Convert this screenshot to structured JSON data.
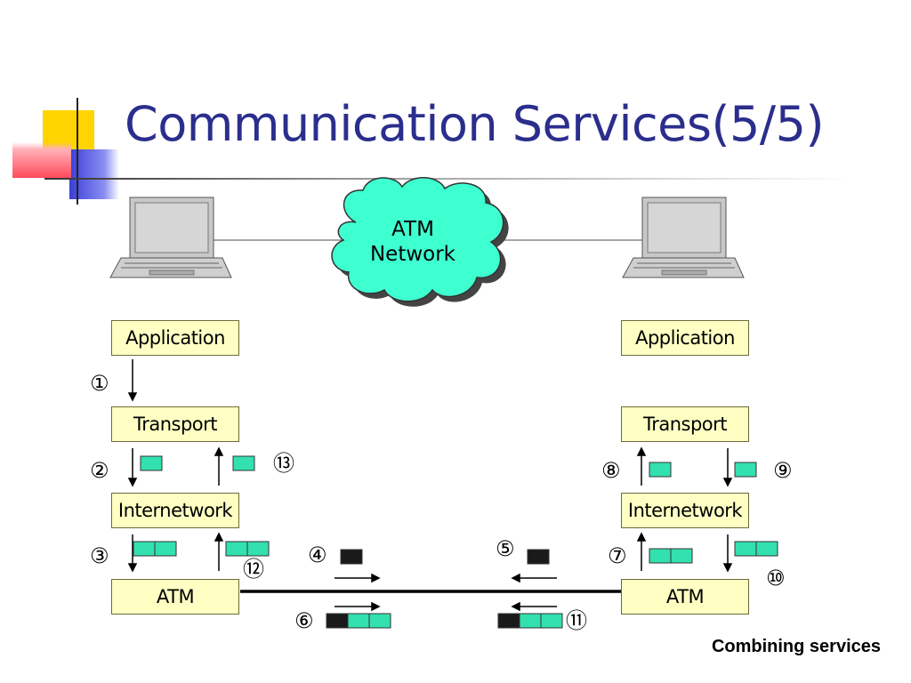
{
  "slide": {
    "title": "Communication Services(5/5)",
    "caption": "Combining services"
  },
  "network": {
    "line1": "ATM",
    "line2": "Network"
  },
  "left_stack": [
    "Application",
    "Transport",
    "Internetwork",
    "ATM"
  ],
  "right_stack": [
    "Application",
    "Transport",
    "Internetwork",
    "ATM"
  ],
  "steps": [
    "①",
    "②",
    "③",
    "④",
    "⑤",
    "⑥",
    "⑦",
    "⑧",
    "⑨",
    "⑩",
    "⑪",
    "⑫",
    "⑬"
  ],
  "colors": {
    "title": "#2b2e8c",
    "cell": "#33e0b0",
    "header": "#1a1a1a",
    "layer_fill": "#ffffc4",
    "cloud": "#3effd0"
  }
}
